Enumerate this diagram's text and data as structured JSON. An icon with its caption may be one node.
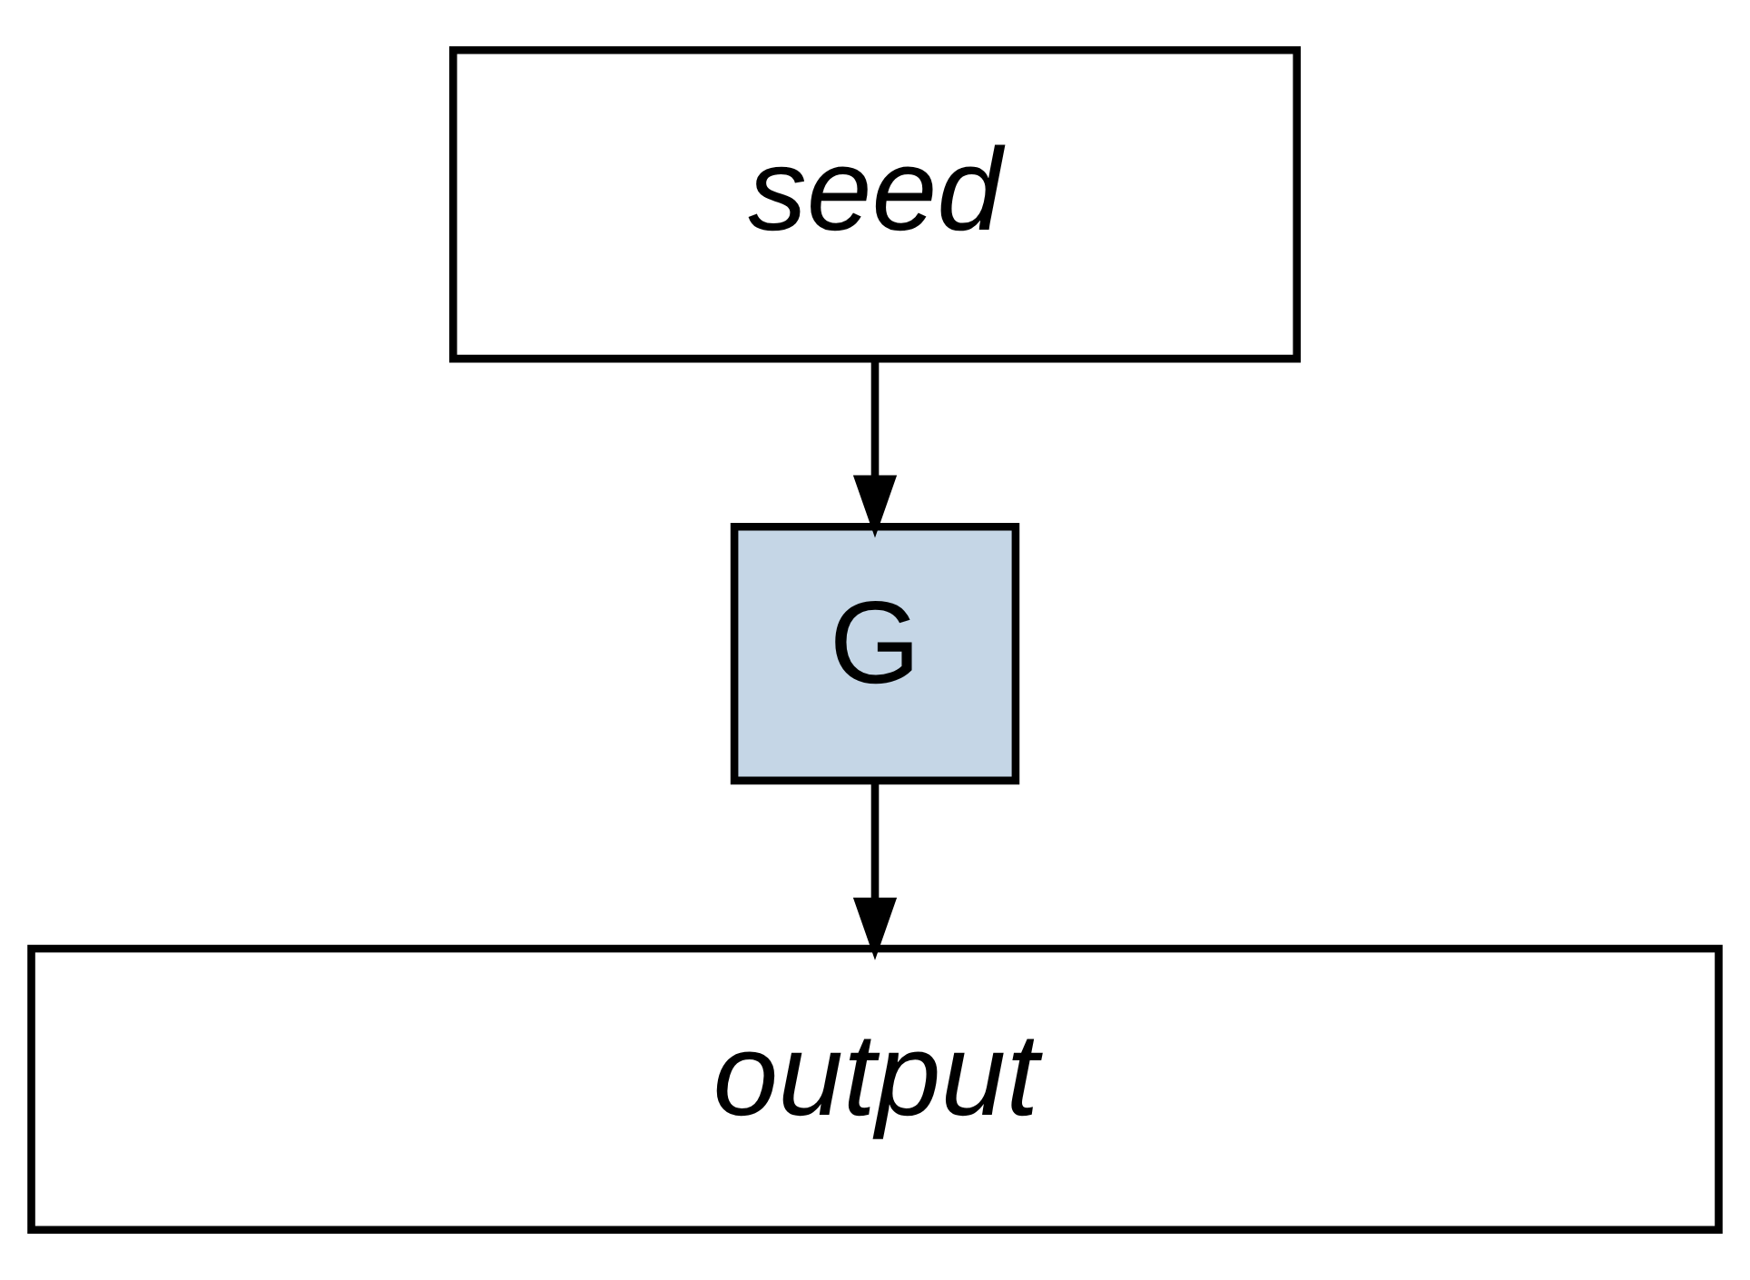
{
  "diagram": {
    "nodes": [
      {
        "text": [
          "seed"
        ]
      },
      {
        "text": [
          "G"
        ]
      },
      {
        "text": [
          "output"
        ]
      }
    ],
    "edges": [
      {
        "from": 0,
        "to": 1,
        "arrow": "to"
      },
      {
        "from": 1,
        "to": 2,
        "arrow": "to"
      }
    ]
  }
}
